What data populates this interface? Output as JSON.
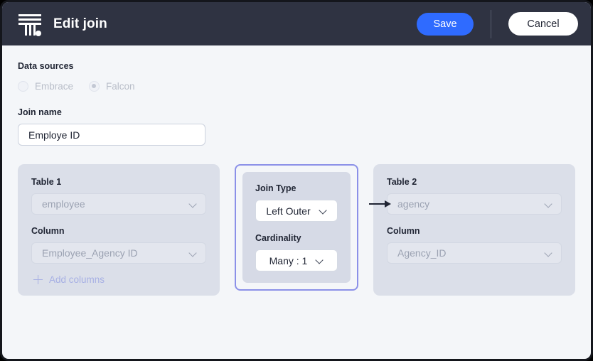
{
  "header": {
    "logo_icon": "thoughtspot-logo-icon",
    "title": "Edit join",
    "save_label": "Save",
    "cancel_label": "Cancel",
    "save_color": "#2f6bff",
    "background": "#2f3342"
  },
  "data_sources": {
    "label": "Data sources",
    "options": [
      {
        "label": "Embrace",
        "selected": false
      },
      {
        "label": "Falcon",
        "selected": true
      }
    ]
  },
  "join_name": {
    "label": "Join name",
    "value": "Employe ID",
    "placeholder": "Join name"
  },
  "table1": {
    "title": "Table 1",
    "table_value": "employee",
    "column_label": "Column",
    "column_value": "Employee_Agency ID",
    "add_columns_label": "Add columns"
  },
  "join": {
    "join_type_label": "Join Type",
    "join_type_value": "Left Outer",
    "cardinality_label": "Cardinality",
    "cardinality_value": "Many : 1",
    "selected_border_color": "#8b90e8"
  },
  "table2": {
    "title": "Table 2",
    "table_value": "agency",
    "column_label": "Column",
    "column_value": "Agency_ID"
  }
}
